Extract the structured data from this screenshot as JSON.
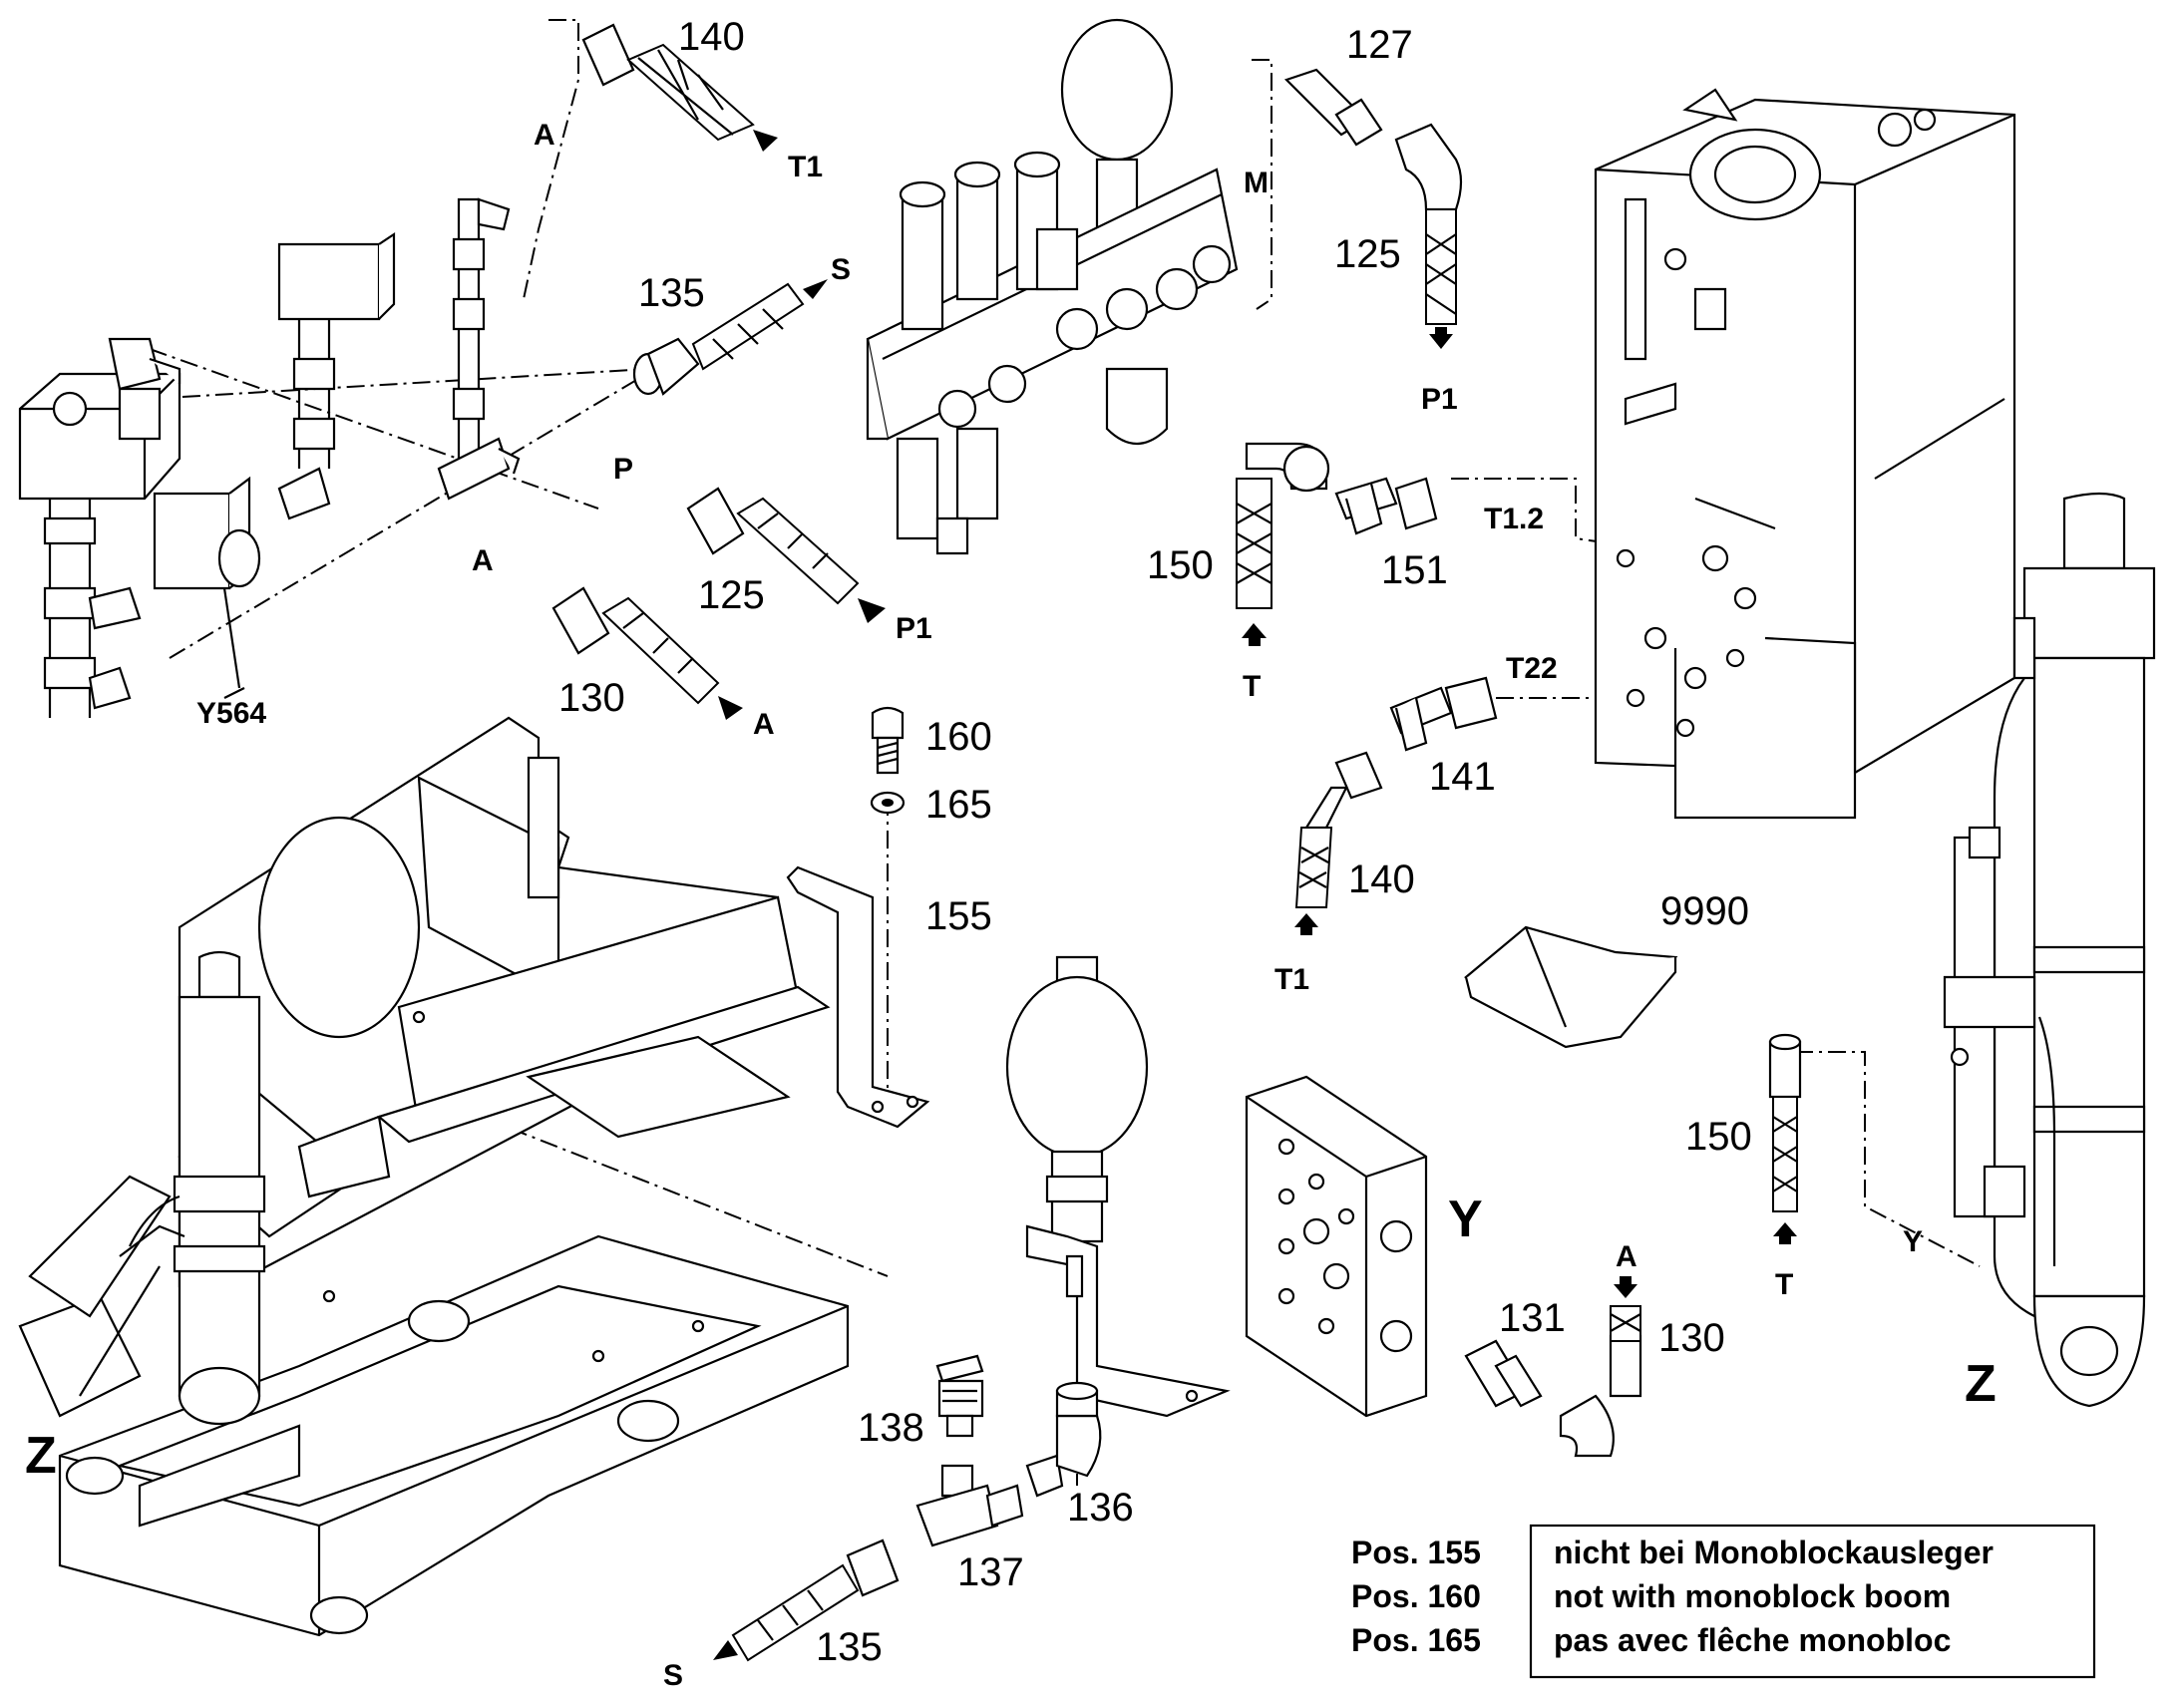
{
  "part_numbers": [
    {
      "id": "p140a",
      "text": "140"
    },
    {
      "id": "p127",
      "text": "127"
    },
    {
      "id": "p125a",
      "text": "125"
    },
    {
      "id": "p135a",
      "text": "135"
    },
    {
      "id": "p125b",
      "text": "125"
    },
    {
      "id": "p130a",
      "text": "130"
    },
    {
      "id": "p150a",
      "text": "150"
    },
    {
      "id": "p151",
      "text": "151"
    },
    {
      "id": "p160",
      "text": "160"
    },
    {
      "id": "p165",
      "text": "165"
    },
    {
      "id": "p155",
      "text": "155"
    },
    {
      "id": "p141",
      "text": "141"
    },
    {
      "id": "p140b",
      "text": "140"
    },
    {
      "id": "p9990",
      "text": "9990"
    },
    {
      "id": "p150b",
      "text": "150"
    },
    {
      "id": "p131",
      "text": "131"
    },
    {
      "id": "p130b",
      "text": "130"
    },
    {
      "id": "p138",
      "text": "138"
    },
    {
      "id": "p136",
      "text": "136"
    },
    {
      "id": "p137",
      "text": "137"
    },
    {
      "id": "p135b",
      "text": "135"
    }
  ],
  "port_codes": [
    {
      "id": "c_t1a",
      "text": "T1"
    },
    {
      "id": "c_a1",
      "text": "A"
    },
    {
      "id": "c_m",
      "text": "M"
    },
    {
      "id": "c_s1",
      "text": "S"
    },
    {
      "id": "c_p1a",
      "text": "P1"
    },
    {
      "id": "c_p",
      "text": "P"
    },
    {
      "id": "c_a2",
      "text": "A"
    },
    {
      "id": "c_p1b",
      "text": "P1"
    },
    {
      "id": "c_a3",
      "text": "A"
    },
    {
      "id": "c_y564",
      "text": "Y564"
    },
    {
      "id": "c_t",
      "text": "T"
    },
    {
      "id": "c_t12",
      "text": "T1.2"
    },
    {
      "id": "c_t22",
      "text": "T22"
    },
    {
      "id": "c_t1b",
      "text": "T1"
    },
    {
      "id": "c_a4",
      "text": "A"
    },
    {
      "id": "c_y",
      "text": "Y"
    },
    {
      "id": "c_t2",
      "text": "T"
    },
    {
      "id": "c_s2",
      "text": "S"
    }
  ],
  "detail_labels": [
    {
      "id": "d_z1",
      "text": "Z"
    },
    {
      "id": "d_y",
      "text": "Y"
    },
    {
      "id": "d_z2",
      "text": "Z"
    }
  ],
  "note": {
    "positions": [
      "Pos. 155",
      "Pos. 160",
      "Pos. 165"
    ],
    "lines": [
      "nicht bei Monoblockausleger",
      "not  with monoblock boom",
      "pas avec flêche monobloc"
    ]
  }
}
